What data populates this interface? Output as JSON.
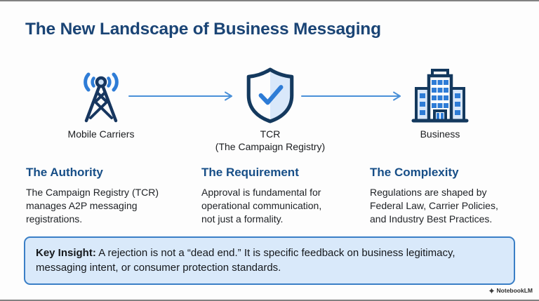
{
  "slide": {
    "title": "The New Landscape of Business Messaging",
    "flow": {
      "nodes": [
        {
          "icon": "radio-tower-icon",
          "label": "Mobile Carriers"
        },
        {
          "icon": "shield-check-icon",
          "label": "TCR",
          "sublabel": "(The Campaign Registry)"
        },
        {
          "icon": "office-building-icon",
          "label": "Business"
        }
      ],
      "arrow_color": "#4a90d8"
    },
    "columns": [
      {
        "heading": "The Authority",
        "body": "The Campaign Registry (TCR)\nmanages A2P messaging\nregistrations."
      },
      {
        "heading": "The Requirement",
        "body": "Approval is fundamental for\noperational communication,\nnot just a formality."
      },
      {
        "heading": "The Complexity",
        "body": "Regulations are shaped by\nFederal Law, Carrier Policies,\nand Industry Best Practices."
      }
    ],
    "key_insight": {
      "label": "Key Insight:",
      "text": "A rejection is not a “dead end.” It is specific feedback on business legitimacy, messaging intent, or consumer protection standards."
    },
    "watermark": "NotebookLM",
    "colors": {
      "title_navy": "#1a4475",
      "heading_blue": "#174e87",
      "icon_navy": "#17365f",
      "accent_blue": "#2e7cd6",
      "light_fill": "#d9e9fa",
      "insight_border": "#3a7fc6"
    }
  }
}
